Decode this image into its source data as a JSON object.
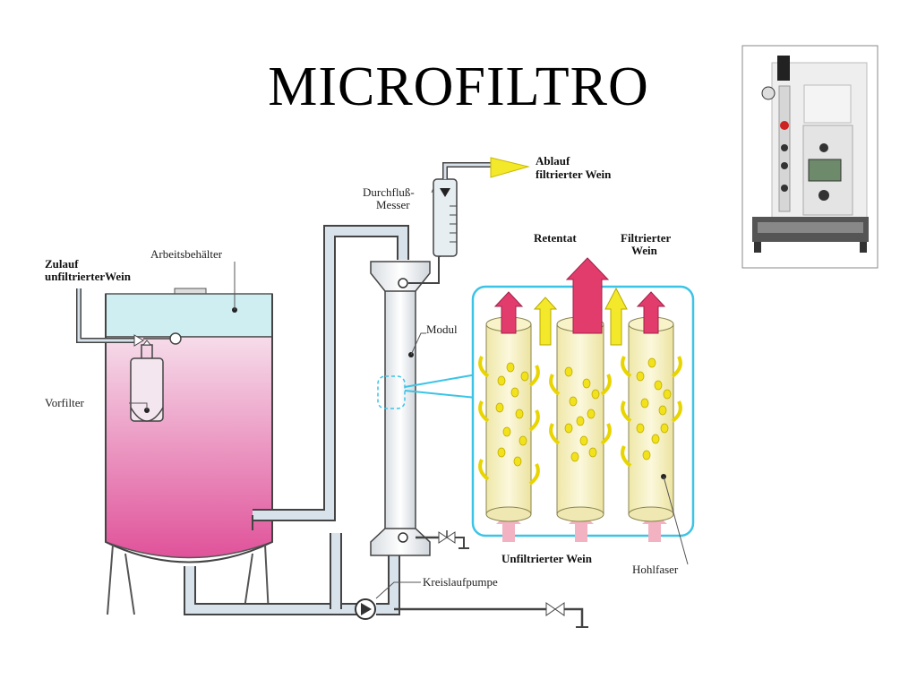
{
  "title": "MICROFILTRO",
  "labels": {
    "ablauf_1": "Ablauf",
    "ablauf_2": "filtrierter Wein",
    "durchfluss_1": "Durchfluß-",
    "durchfluss_2": "Messer",
    "zulauf_1": "Zulauf",
    "zulauf_2": "unfiltrierterWein",
    "arbeitsbehaelter": "Arbeitsbehälter",
    "modul": "Modul",
    "vorfilter": "Vorfilter",
    "retentat": "Retentat",
    "filtrierter_1": "Filtrierter",
    "filtrierter_2": "Wein",
    "unfiltrierter": "Unfiltrierter Wein",
    "hohlfaser": "Hohlfaser",
    "kreislaufpumpe": "Kreislaufpumpe"
  },
  "colors": {
    "wine": "#e0529a",
    "wine_light": "#f6dcea",
    "tank_liquid_top": "#cfeef2",
    "pipe_fill": "#d8e2ea",
    "pipe_stroke": "#4a4a4a",
    "fiber": "#f8f3c8",
    "bubble": "#f2e21c",
    "inset_border": "#3cc4e6",
    "retentat_arrow": "#e23c6c",
    "filtrate_arrow": "#f3e92a",
    "inlet_arrow": "#f2b2c2"
  },
  "photo": {
    "description_icon": "microfilter-machine-photo"
  }
}
